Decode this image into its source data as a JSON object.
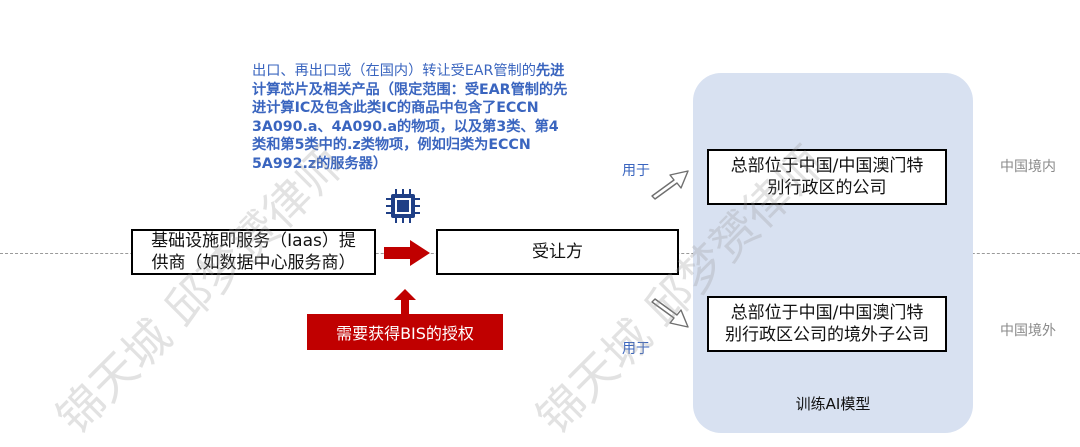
{
  "description": {
    "line_plain": "出口、再出口或（在国内）转让受EAR管制的",
    "line_bold": "先进计算芯片及相关产品（限定范围：受EAR管制的先进计算IC及包含此类IC的商品中包含了ECCN 3A090.a、4A090.a的物项，以及第3类、第4类和第5类中的.z类物项，例如归类为ECCN 5A992.z的服务器）"
  },
  "provider": {
    "line1": "基础设施即服务（Iaas）提",
    "line2": "供商（如数据中心服务商）"
  },
  "recipient": {
    "label": "受让方"
  },
  "hq_china": {
    "line1": "总部位于中国/中国澳门特",
    "line2": "别行政区的公司"
  },
  "hq_overseas": {
    "line1": "总部位于中国/中国澳门特",
    "line2": "别行政区公司的境外子公司"
  },
  "used_for_top": "用于",
  "used_for_bottom": "用于",
  "region_domestic": "中国境内",
  "region_overseas": "中国境外",
  "bis_license": "需要获得BIS的授权",
  "panel_caption": "训练AI模型",
  "watermark": "锦天城 邱梦赟律师",
  "colors": {
    "accent_blue": "#3a65bf",
    "red": "#c00000",
    "panel": "#d8e1f1"
  },
  "icons": [
    "chip-icon",
    "right-arrow-icon",
    "up-arrow-icon",
    "hollow-arrow-icon"
  ]
}
